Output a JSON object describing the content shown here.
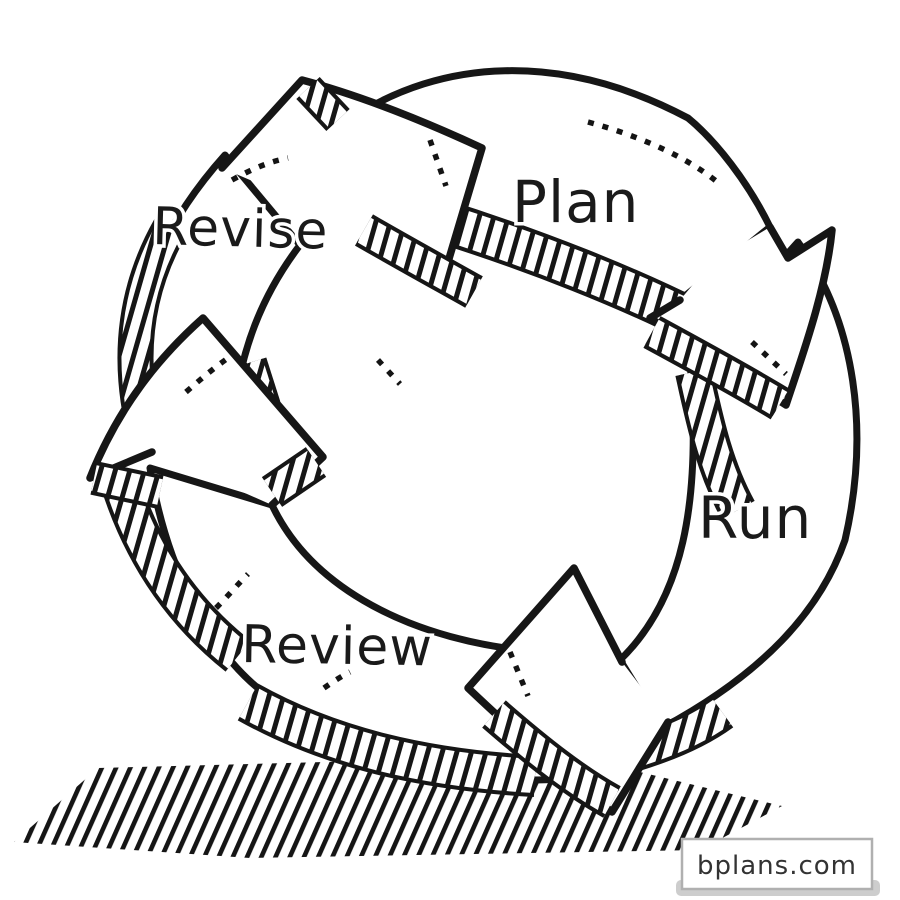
{
  "diagram": {
    "type": "cycle",
    "style": "hand-drawn-sketch",
    "direction": "clockwise",
    "ink_color": "#1a1a1a",
    "background_color": "#ffffff",
    "steps": [
      {
        "label": "Plan",
        "position": "top"
      },
      {
        "label": "Run",
        "position": "right"
      },
      {
        "label": "Review",
        "position": "bottom-left"
      },
      {
        "label": "Revise",
        "position": "upper-left"
      }
    ]
  },
  "watermark": {
    "text": "bplans.com",
    "text_color": "#333333",
    "border_color": "#b0b0b0"
  }
}
